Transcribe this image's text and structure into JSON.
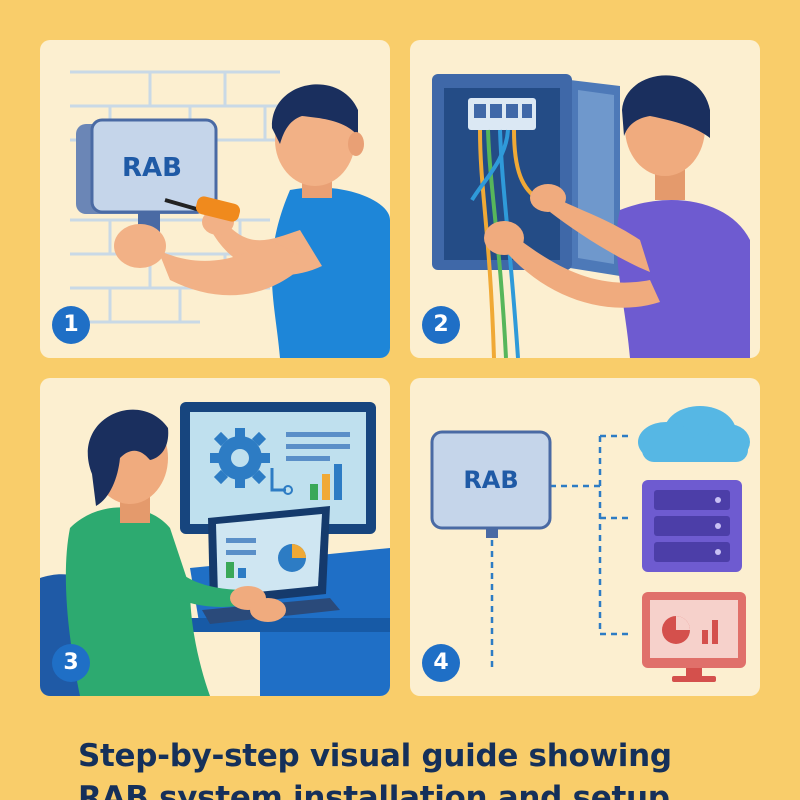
{
  "steps": [
    {
      "number": "1",
      "device_label": "RAB"
    },
    {
      "number": "2"
    },
    {
      "number": "3"
    },
    {
      "number": "4",
      "device_label": "RAB"
    }
  ],
  "caption": {
    "line1": "Step-by-step visual guide showing",
    "line2": "RAB system installation and setup"
  },
  "colors": {
    "background": "#f9cd6a",
    "panel": "#fcefd0",
    "badge": "#1f6fc6",
    "caption_text": "#15305a"
  },
  "icons": [
    "screwdriver-icon",
    "gear-icon",
    "bar-chart-icon",
    "pie-chart-icon",
    "cloud-icon",
    "server-icon",
    "monitor-icon"
  ]
}
